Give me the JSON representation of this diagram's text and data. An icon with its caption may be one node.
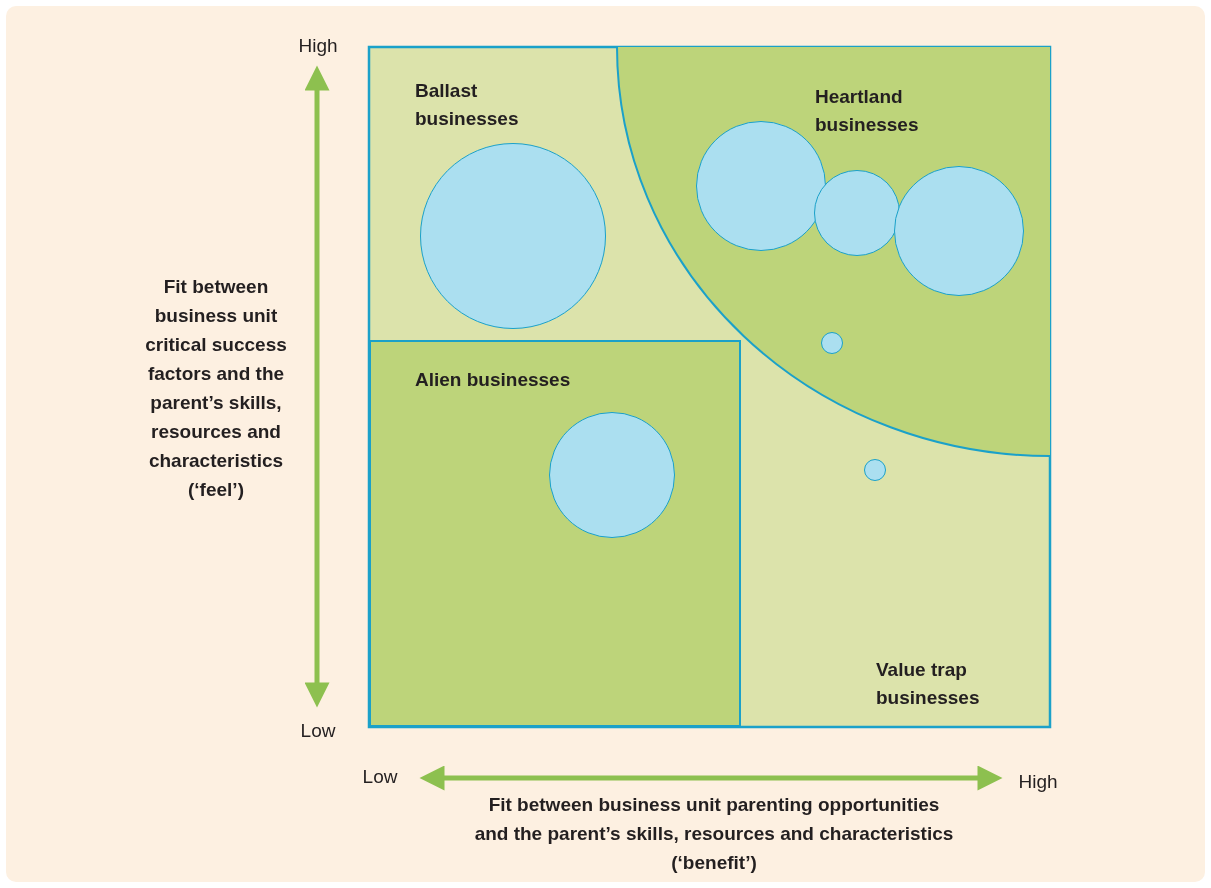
{
  "diagram": {
    "nodes": [
      {
        "text": [
          "Ballast businesses"
        ]
      },
      {
        "text": [],
        "shape": "circle",
        "in": 0
      },
      {
        "text": [
          "Heartland businesses"
        ]
      },
      {
        "text": [],
        "shape": "circle",
        "in": 2
      },
      {
        "text": [],
        "shape": "circle",
        "in": 2
      },
      {
        "text": [],
        "shape": "circle",
        "in": 2
      },
      {
        "text": [],
        "shape": "circle",
        "in": 2
      },
      {
        "text": [
          "Alien businesses"
        ]
      },
      {
        "text": [],
        "shape": "circle",
        "in": 7
      },
      {
        "text": [
          "Value trap businesses"
        ]
      },
      {
        "text": [],
        "shape": "circle",
        "in": 9
      }
    ],
    "edges": [],
    "labels": [
      "High",
      "Fit between business unit critical success factors and the parent’s skills, resources and characteristics (‘feel’)",
      "Low",
      "Low",
      "High",
      "Fit between business unit parenting opportunities and the parent’s skills, resources and characteristics (‘benefit’)"
    ]
  }
}
